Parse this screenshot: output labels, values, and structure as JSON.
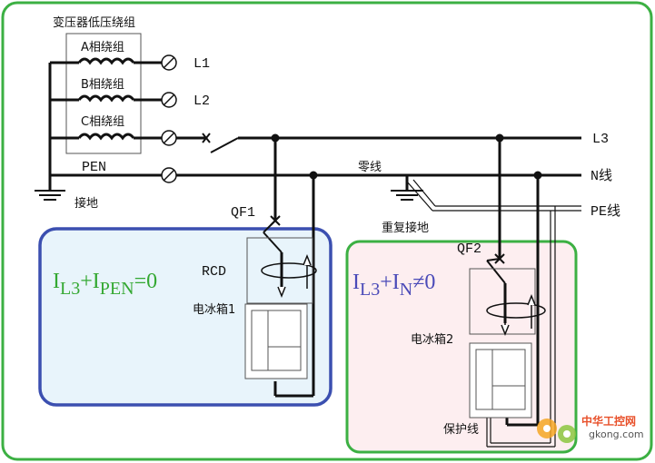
{
  "transformer": {
    "title": "变压器低压绕组",
    "windings": [
      "A相绕组",
      "B相绕组",
      "C相绕组"
    ]
  },
  "phases": [
    "L1",
    "L2",
    "L3"
  ],
  "pen_label": "PEN",
  "ground_label": "接地",
  "neutral_label": "零线",
  "n_wire_label": "N线",
  "pe_wire_label": "PE线",
  "regrounding_label": "重复接地",
  "qf1_label": "QF1",
  "qf2_label": "QF2",
  "rcd_label": "RCD",
  "fridge1_label": "电冰箱1",
  "fridge2_label": "电冰箱2",
  "protect_wire_label": "保护线",
  "equation_left": {
    "i1": "I",
    "s1": "L3",
    "op": "+",
    "i2": "I",
    "s2": "PEN",
    "rhs": "=0"
  },
  "equation_right": {
    "i1": "I",
    "s1": "L3",
    "op": "+",
    "i2": "I",
    "s2": "N",
    "rhs": "≠0"
  },
  "watermark": {
    "title": "中华工控网",
    "url": "gkong.com"
  },
  "colors": {
    "outer_border": "#3cb043",
    "left_box_border": "#3b4fb0",
    "left_box_fill": "#e8f4fb",
    "right_box_border": "#3cb043",
    "right_box_fill": "#fdeef0",
    "equation_left": "#34a832",
    "equation_right": "#4a4ab8"
  }
}
